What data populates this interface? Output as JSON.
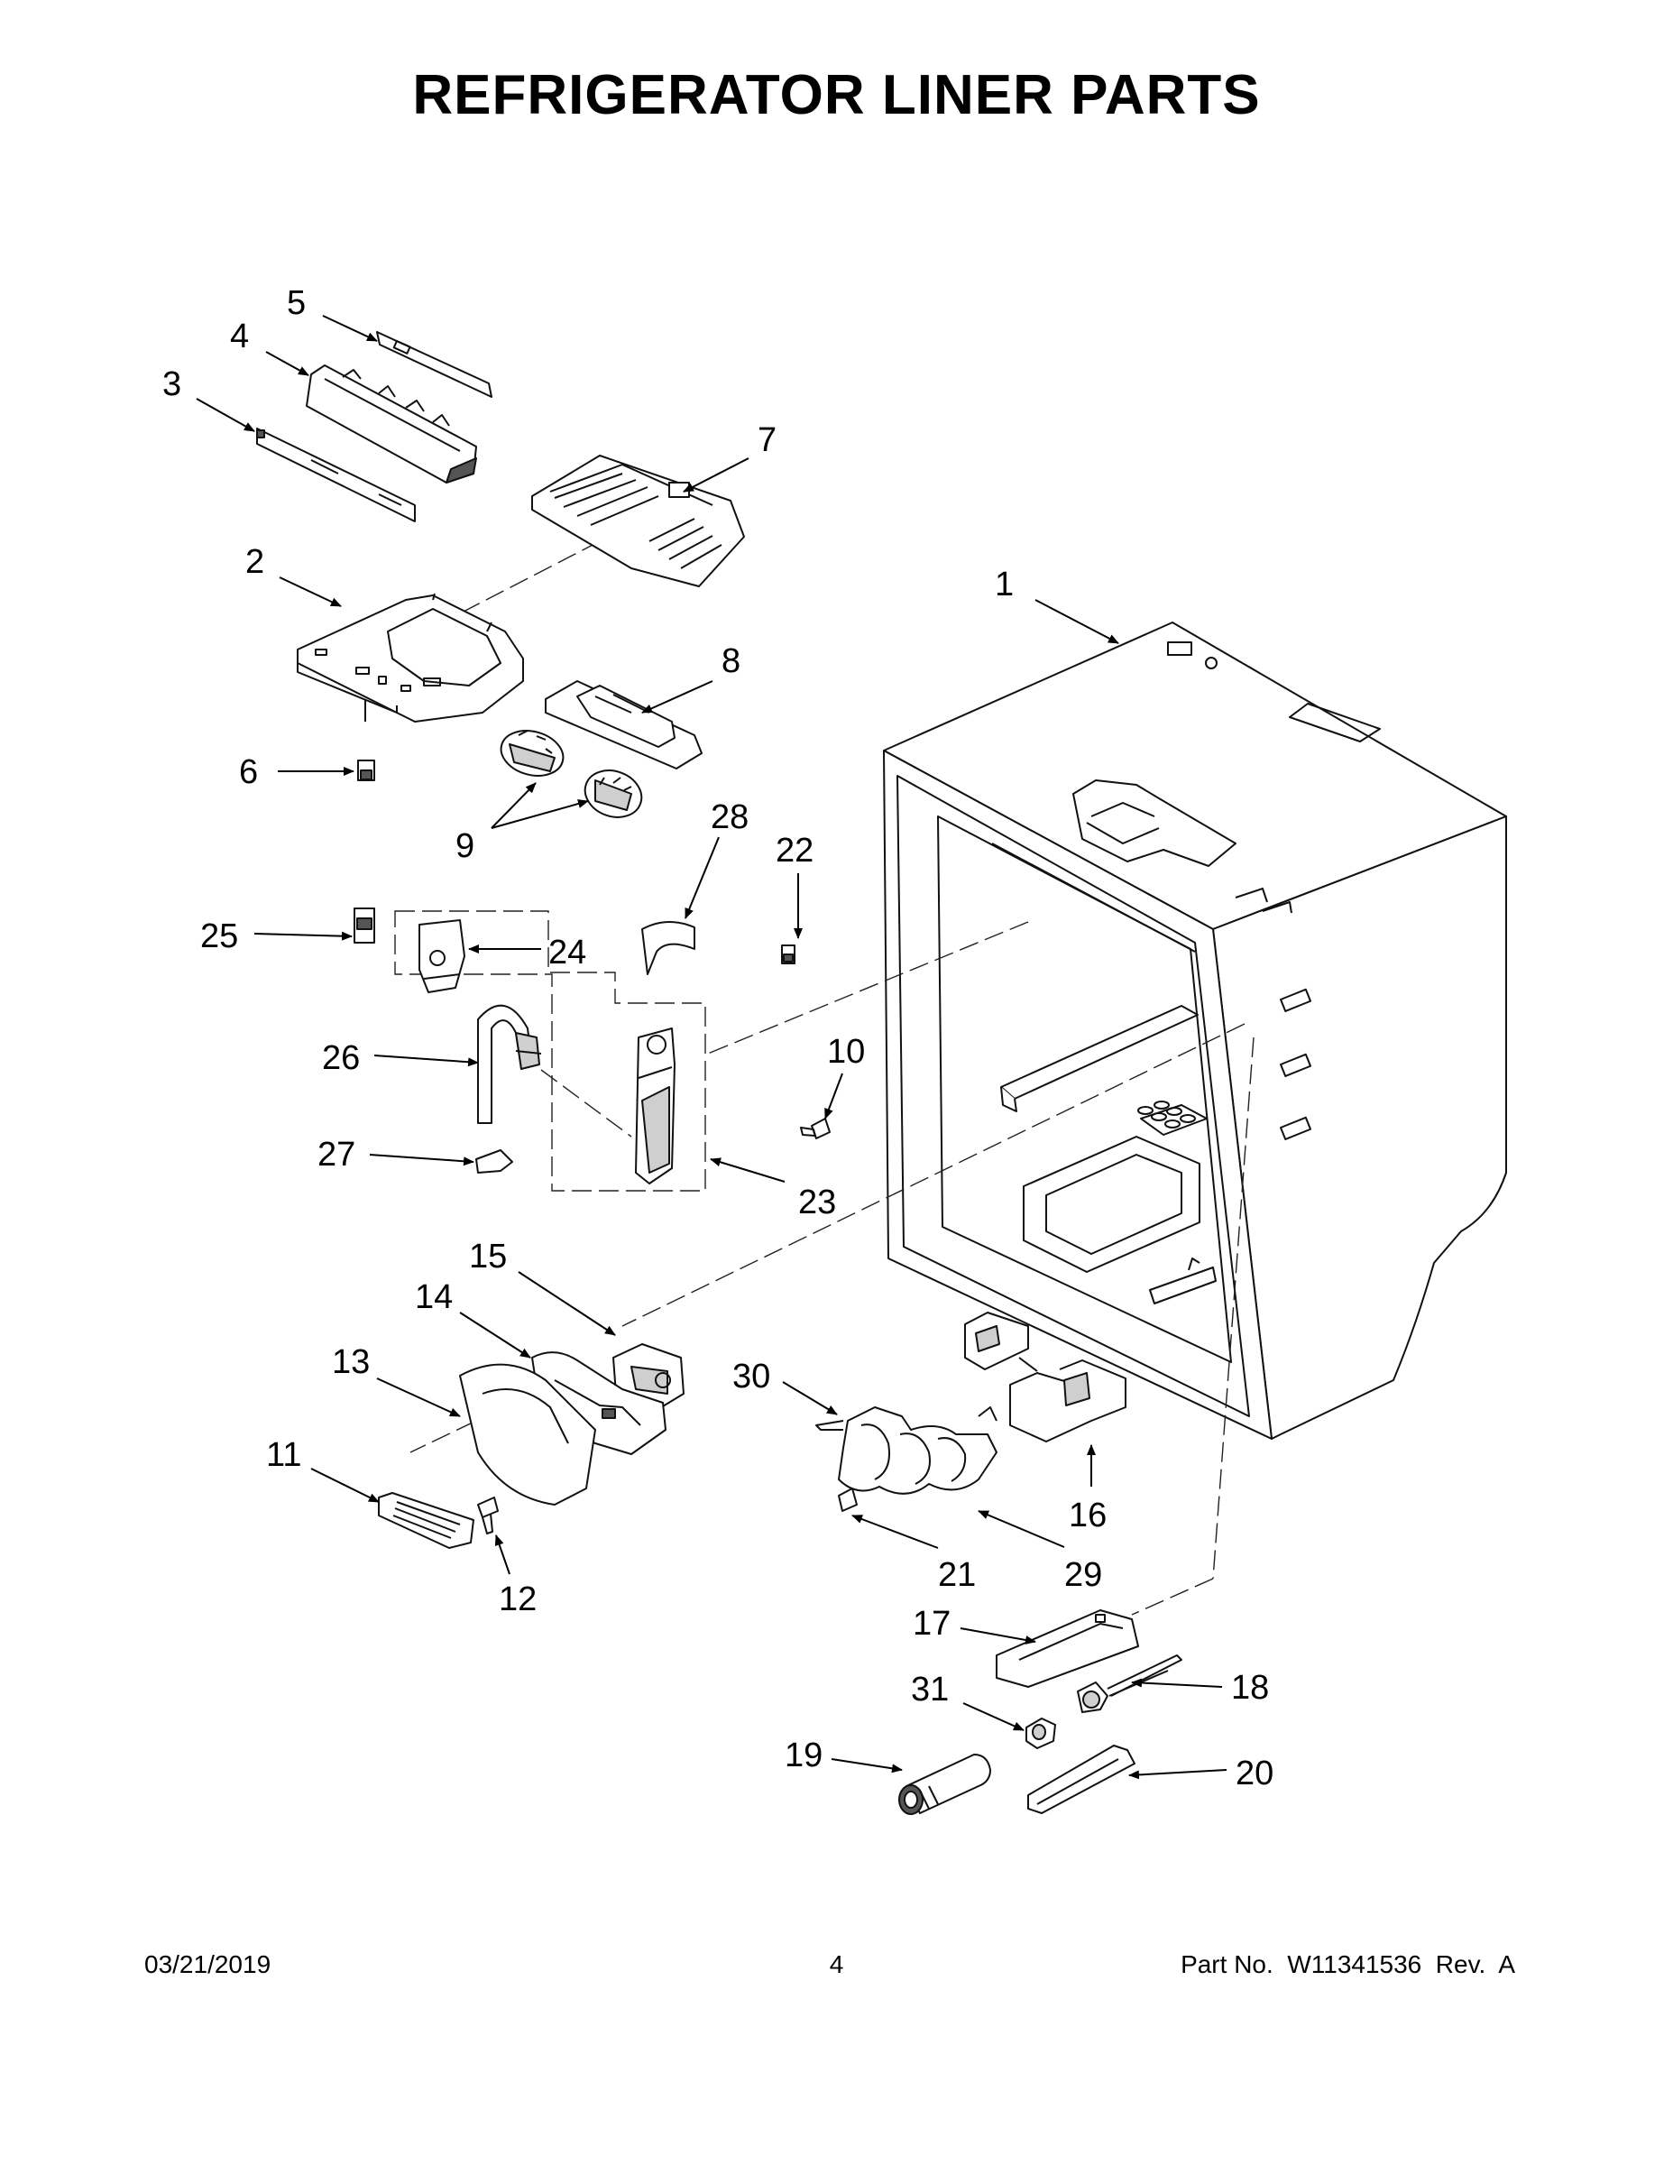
{
  "title": "REFRIGERATOR LINER PARTS",
  "callouts": [
    {
      "num": "1"
    },
    {
      "num": "2"
    },
    {
      "num": "3"
    },
    {
      "num": "4"
    },
    {
      "num": "5"
    },
    {
      "num": "6"
    },
    {
      "num": "7"
    },
    {
      "num": "8"
    },
    {
      "num": "9"
    },
    {
      "num": "10"
    },
    {
      "num": "11"
    },
    {
      "num": "12"
    },
    {
      "num": "13"
    },
    {
      "num": "14"
    },
    {
      "num": "15"
    },
    {
      "num": "16"
    },
    {
      "num": "17"
    },
    {
      "num": "18"
    },
    {
      "num": "19"
    },
    {
      "num": "20"
    },
    {
      "num": "21"
    },
    {
      "num": "22"
    },
    {
      "num": "23"
    },
    {
      "num": "24"
    },
    {
      "num": "25"
    },
    {
      "num": "26"
    },
    {
      "num": "27"
    },
    {
      "num": "28"
    },
    {
      "num": "29"
    },
    {
      "num": "30"
    },
    {
      "num": "31"
    }
  ],
  "footer": {
    "date": "03/21/2019",
    "page": "4",
    "part_no": "Part No.  W11341536  Rev.  A"
  }
}
